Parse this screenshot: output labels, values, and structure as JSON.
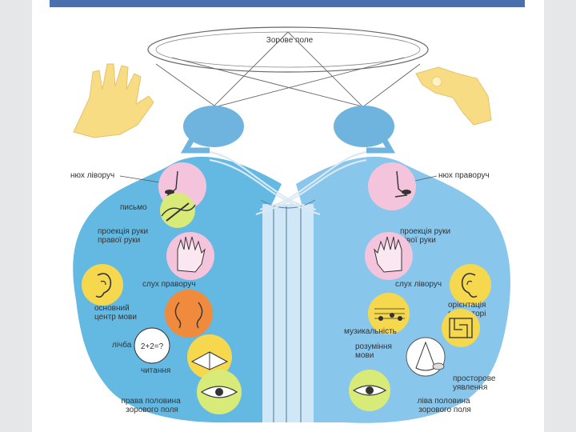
{
  "slide": {
    "background_color": "#e6e7e9",
    "top_bar_color": "#4a6fae",
    "panel_color": "#ffffff"
  },
  "diagram": {
    "visual_field_label": "Зорове поле",
    "left_labels": [
      {
        "id": "smell-left",
        "text": "нюх ліворуч"
      },
      {
        "id": "writing",
        "text": "письмо"
      },
      {
        "id": "right-hand-projection",
        "lines": [
          "проекція руки",
          "правої руки"
        ]
      },
      {
        "id": "hearing-right",
        "text": "слух праворуч"
      },
      {
        "id": "speech-center",
        "lines": [
          "основний",
          "центр мови"
        ]
      },
      {
        "id": "counting",
        "text": "лічба"
      },
      {
        "id": "reading",
        "text": "читання"
      },
      {
        "id": "right-half-visual",
        "lines": [
          "права половина",
          "зорового поля"
        ]
      }
    ],
    "right_labels": [
      {
        "id": "smell-right",
        "text": "нюх праворуч"
      },
      {
        "id": "left-hand-projection",
        "lines": [
          "проекція руки",
          "лівої руки"
        ]
      },
      {
        "id": "hearing-left",
        "text": "слух ліворуч"
      },
      {
        "id": "spatial-orientation",
        "lines": [
          "орієнтація",
          "в просторі"
        ]
      },
      {
        "id": "musicality",
        "text": "музикальність"
      },
      {
        "id": "speech-understanding",
        "lines": [
          "розуміння",
          "мови"
        ]
      },
      {
        "id": "spatial-imagination",
        "lines": [
          "просторове",
          "уявлення"
        ]
      },
      {
        "id": "left-half-visual",
        "lines": [
          "ліва половина",
          "зорового поля"
        ]
      }
    ],
    "counting_formula": "2+2=?",
    "icon_names": [
      "left-hand-icon",
      "right-hand-icon",
      "nose-icon",
      "writing-icon",
      "palm-icon",
      "ear-icon",
      "speech-faces-icon",
      "reading-icon",
      "eye-icon",
      "music-notes-icon",
      "maze-icon",
      "cone-icon"
    ],
    "colors": {
      "eye": "#6fb3df",
      "hemisphere_left": "#64b9e3",
      "hemisphere_right": "#88c6ec",
      "hand": "#f7dc84",
      "pink_circle": "#f4c4dc",
      "yellow_circle": "#f6d84e",
      "orange_circle": "#f08a3c",
      "green_circle": "#d8eb78"
    }
  }
}
